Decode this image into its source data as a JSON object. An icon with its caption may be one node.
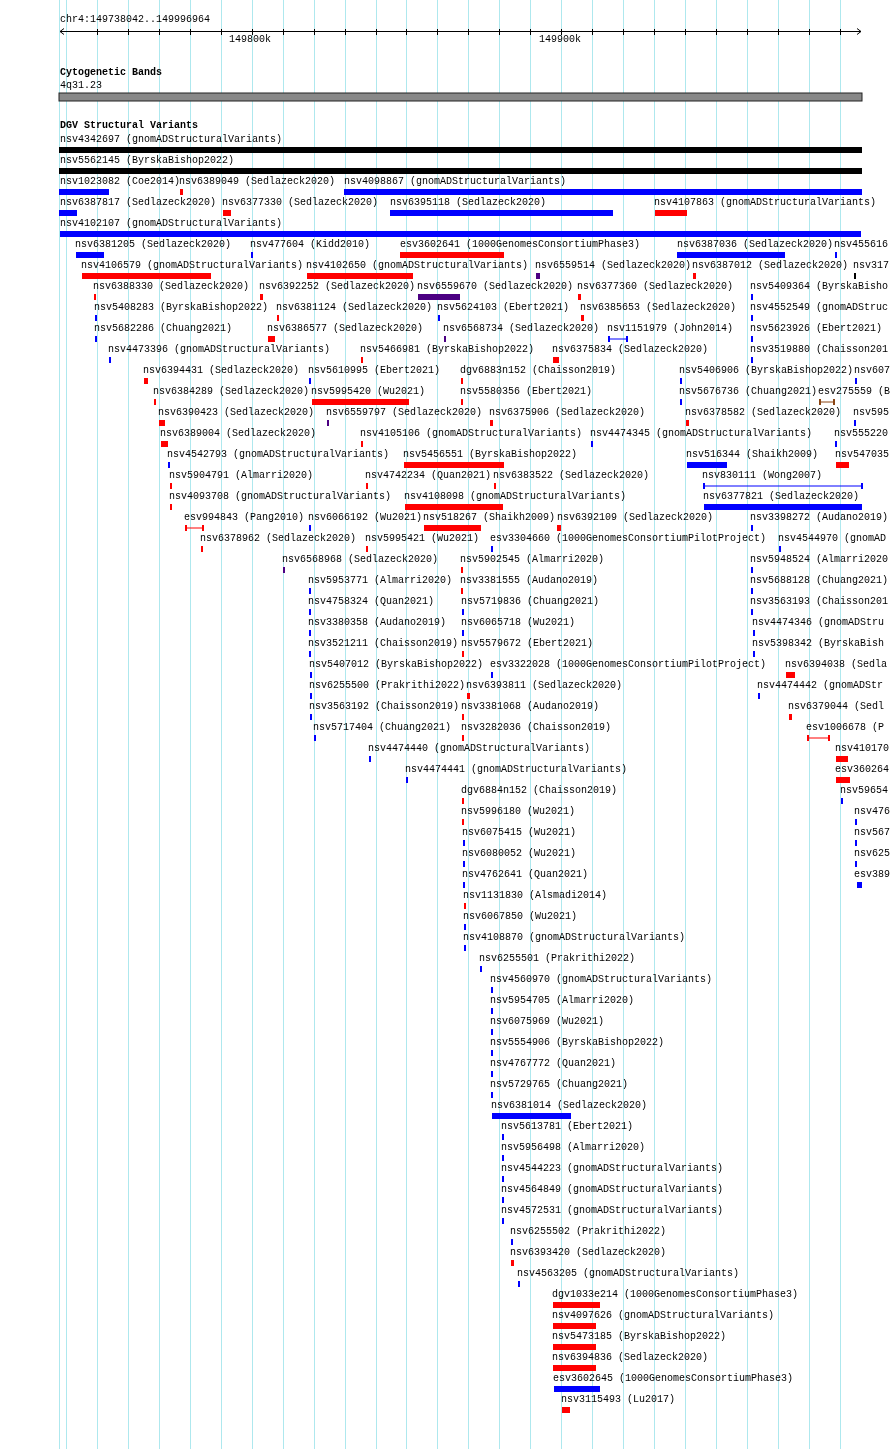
{
  "diagram": {
    "labels": [
      "chr4:149738042..149996964",
      "149800k",
      "149900k",
      "Cytogenetic Bands",
      "4q31.23",
      "DGV Structural Variants",
      "nsv4342697 (gnomADStructuralVariants)",
      "nsv5562145 (ByrskaBishop2022)",
      "nsv1023082 (Coe2014)",
      "nsv6389049 (Sedlazeck2020)",
      "nsv4098867 (gnomADStructuralVariants)",
      "nsv6387817 (Sedlazeck2020)",
      "nsv6377330 (Sedlazeck2020)",
      "nsv6395118 (Sedlazeck2020)",
      "nsv4107863 (gnomADStructuralVariants)",
      "nsv4102107 (gnomADStructuralVariants)",
      "nsv6381205 (Sedlazeck2020)",
      "nsv477604 (Kidd2010)",
      "esv3602641 (1000GenomesConsortiumPhase3)",
      "nsv6387036 (Sedlazeck2020)",
      "nsv455616",
      "nsv4106579 (gnomADStructuralVariants)",
      "nsv4102650 (gnomADStructuralVariants)",
      "nsv6559514 (Sedlazeck2020)",
      "nsv6387012 (Sedlazeck2020)",
      "nsv317",
      "nsv6388330 (Sedlazeck2020)",
      "nsv6392252 (Sedlazeck2020)",
      "nsv6559670 (Sedlazeck2020)",
      "nsv6377360 (Sedlazeck2020)",
      "nsv5409364 (ByrskaBisho",
      "nsv5408283 (ByrskaBishop2022)",
      "nsv6381124 (Sedlazeck2020)",
      "nsv5624103 (Ebert2021)",
      "nsv6385653 (Sedlazeck2020)",
      "nsv4552549 (gnomADStruc",
      "nsv5682286 (Chuang2021)",
      "nsv6386577 (Sedlazeck2020)",
      "nsv6568734 (Sedlazeck2020)",
      "nsv1151979 (John2014)",
      "nsv5623926 (Ebert2021)",
      "nsv4473396 (gnomADStructuralVariants)",
      "nsv5466981 (ByrskaBishop2022)",
      "nsv6375834 (Sedlazeck2020)",
      "nsv3519880 (Chaisson201",
      "nsv6394431 (Sedlazeck2020)",
      "nsv5610995 (Ebert2021)",
      "dgv6883n152 (Chaisson2019)",
      "nsv5406906 (ByrskaBishop2022)",
      "nsv607",
      "nsv6384289 (Sedlazeck2020)",
      "nsv5995420 (Wu2021)",
      "nsv5580356 (Ebert2021)",
      "nsv5676736 (Chuang2021)",
      "esv275559 (B",
      "nsv6390423 (Sedlazeck2020)",
      "nsv6559797 (Sedlazeck2020)",
      "nsv6375906 (Sedlazeck2020)",
      "nsv6378582 (Sedlazeck2020)",
      "nsv595",
      "nsv6389004 (Sedlazeck2020)",
      "nsv4105106 (gnomADStructuralVariants)",
      "nsv4474345 (gnomADStructuralVariants)",
      "nsv555220",
      "nsv4542793 (gnomADStructuralVariants)",
      "nsv5456551 (ByrskaBishop2022)",
      "nsv516344 (Shaikh2009)",
      "nsv547035",
      "nsv5904791 (Almarri2020)",
      "nsv4742234 (Quan2021)",
      "nsv6383522 (Sedlazeck2020)",
      "nsv830111 (Wong2007)",
      "nsv4093708 (gnomADStructuralVariants)",
      "nsv4108098 (gnomADStructuralVariants)",
      "nsv6377821 (Sedlazeck2020)",
      "esv994843 (Pang2010)",
      "nsv6066192 (Wu2021)",
      "nsv518267 (Shaikh2009)",
      "nsv6392109 (Sedlazeck2020)",
      "nsv3398272 (Audano2019)",
      "nsv6378962 (Sedlazeck2020)",
      "nsv5995421 (Wu2021)",
      "esv3304660 (1000GenomesConsortiumPilotProject)",
      "nsv4544970 (gnomAD",
      "nsv6568968 (Sedlazeck2020)",
      "nsv5902545 (Almarri2020)",
      "nsv5948524 (Almarri2020",
      "nsv5953771 (Almarri2020)",
      "nsv3381555 (Audano2019)",
      "nsv5688128 (Chuang2021)",
      "nsv4758324 (Quan2021)",
      "nsv5719836 (Chuang2021)",
      "nsv3563193 (Chaisson201",
      "nsv3380358 (Audano2019)",
      "nsv6065718 (Wu2021)",
      "nsv4474346 (gnomADStru",
      "nsv3521211 (Chaisson2019)",
      "nsv5579672 (Ebert2021)",
      "nsv5398342 (ByrskaBish",
      "nsv5407012 (ByrskaBishop2022)",
      "esv3322028 (1000GenomesConsortiumPilotProject)",
      "nsv6394038 (Sedla",
      "nsv6255500 (Prakrithi2022)",
      "nsv6393811 (Sedlazeck2020)",
      "nsv4474442 (gnomADStr",
      "nsv3563192 (Chaisson2019)",
      "nsv3381068 (Audano2019)",
      "nsv6379044 (Sedl",
      "nsv5717404 (Chuang2021)",
      "nsv3282036 (Chaisson2019)",
      "esv1006678 (P",
      "nsv4474440 (gnomADStructuralVariants)",
      "nsv410170",
      "nsv4474441 (gnomADStructuralVariants)",
      "esv360264",
      "dgv6884n152 (Chaisson2019)",
      "nsv59654",
      "nsv5996180 (Wu2021)",
      "nsv476",
      "nsv6075415 (Wu2021)",
      "nsv567",
      "nsv6080052 (Wu2021)",
      "nsv625",
      "nsv4762641 (Quan2021)",
      "esv389",
      "nsv1131830 (Alsmadi2014)",
      "nsv6067850 (Wu2021)",
      "nsv4108870 (gnomADStructuralVariants)",
      "nsv6255501 (Prakrithi2022)",
      "nsv4560970 (gnomADStructuralVariants)",
      "nsv5954705 (Almarri2020)",
      "nsv6075969 (Wu2021)",
      "nsv5554906 (ByrskaBishop2022)",
      "nsv4767772 (Quan2021)",
      "nsv5729765 (Chuang2021)",
      "nsv6381014 (Sedlazeck2020)",
      "nsv5613781 (Ebert2021)",
      "nsv5956498 (Almarri2020)",
      "nsv4544223 (gnomADStructuralVariants)",
      "nsv4564849 (gnomADStructuralVariants)",
      "nsv4572531 (gnomADStructuralVariants)",
      "nsv6255502 (Prakrithi2022)",
      "nsv6393420 (Sedlazeck2020)",
      "nsv4563205 (gnomADStructuralVariants)",
      "dgv1033e214 (1000GenomesConsortiumPhase3)",
      "nsv4097626 (gnomADStructuralVariants)",
      "nsv5473185 (ByrskaBishop2022)",
      "nsv6394836 (Sedlazeck2020)",
      "esv3602645 (1000GenomesConsortiumPhase3)",
      "nsv3115493 (Lu2017)"
    ]
  }
}
